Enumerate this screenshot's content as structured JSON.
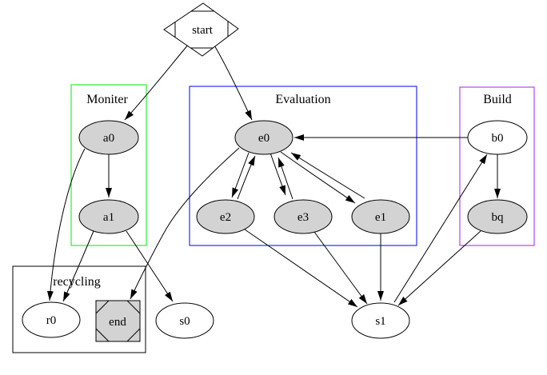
{
  "figure": {
    "type": "directed-graph",
    "background_color": "#ffffff",
    "edge_color": "#000000",
    "clusters": [
      {
        "label": "Moniter",
        "border_color": "#00ee00"
      },
      {
        "label": "Evaluation",
        "border_color": "#0000ee"
      },
      {
        "label": "Build",
        "border_color": "#a020f0"
      },
      {
        "label": "recycling",
        "border_color": "#000000"
      }
    ],
    "nodes": {
      "start": {
        "label": "start",
        "shape": "Mdiamond",
        "fill": "#ffffff",
        "cluster": null
      },
      "a0": {
        "label": "a0",
        "shape": "ellipse",
        "fill": "#d3d3d3",
        "cluster": "Moniter"
      },
      "a1": {
        "label": "a1",
        "shape": "ellipse",
        "fill": "#d3d3d3",
        "cluster": "Moniter"
      },
      "e0": {
        "label": "e0",
        "shape": "ellipse",
        "fill": "#d3d3d3",
        "cluster": "Evaluation"
      },
      "e2": {
        "label": "e2",
        "shape": "ellipse",
        "fill": "#d3d3d3",
        "cluster": "Evaluation"
      },
      "e3": {
        "label": "e3",
        "shape": "ellipse",
        "fill": "#d3d3d3",
        "cluster": "Evaluation"
      },
      "e1": {
        "label": "e1",
        "shape": "ellipse",
        "fill": "#d3d3d3",
        "cluster": "Evaluation"
      },
      "b0": {
        "label": "b0",
        "shape": "ellipse",
        "fill": "#ffffff",
        "cluster": "Build"
      },
      "bq": {
        "label": "bq",
        "shape": "ellipse",
        "fill": "#d3d3d3",
        "cluster": "Build"
      },
      "r0": {
        "label": "r0",
        "shape": "ellipse",
        "fill": "#ffffff",
        "cluster": "recycling"
      },
      "end": {
        "label": "end",
        "shape": "Msquare",
        "fill": "#d3d3d3",
        "cluster": "recycling"
      },
      "s0": {
        "label": "s0",
        "shape": "ellipse",
        "fill": "#ffffff",
        "cluster": null
      },
      "s1": {
        "label": "s1",
        "shape": "ellipse",
        "fill": "#ffffff",
        "cluster": null
      }
    },
    "edges": [
      {
        "from": "start",
        "to": "a0"
      },
      {
        "from": "start",
        "to": "e0"
      },
      {
        "from": "a0",
        "to": "a1"
      },
      {
        "from": "a0",
        "to": "r0"
      },
      {
        "from": "a1",
        "to": "r0"
      },
      {
        "from": "a1",
        "to": "s0"
      },
      {
        "from": "e0",
        "to": "e2"
      },
      {
        "from": "e2",
        "to": "e0"
      },
      {
        "from": "e0",
        "to": "e3"
      },
      {
        "from": "e3",
        "to": "e0"
      },
      {
        "from": "e0",
        "to": "e1"
      },
      {
        "from": "e1",
        "to": "e0"
      },
      {
        "from": "e0",
        "to": "end"
      },
      {
        "from": "e2",
        "to": "s1"
      },
      {
        "from": "e3",
        "to": "s1"
      },
      {
        "from": "e1",
        "to": "s1"
      },
      {
        "from": "bq",
        "to": "s1"
      },
      {
        "from": "s1",
        "to": "b0"
      },
      {
        "from": "b0",
        "to": "e0"
      },
      {
        "from": "b0",
        "to": "bq"
      }
    ]
  }
}
